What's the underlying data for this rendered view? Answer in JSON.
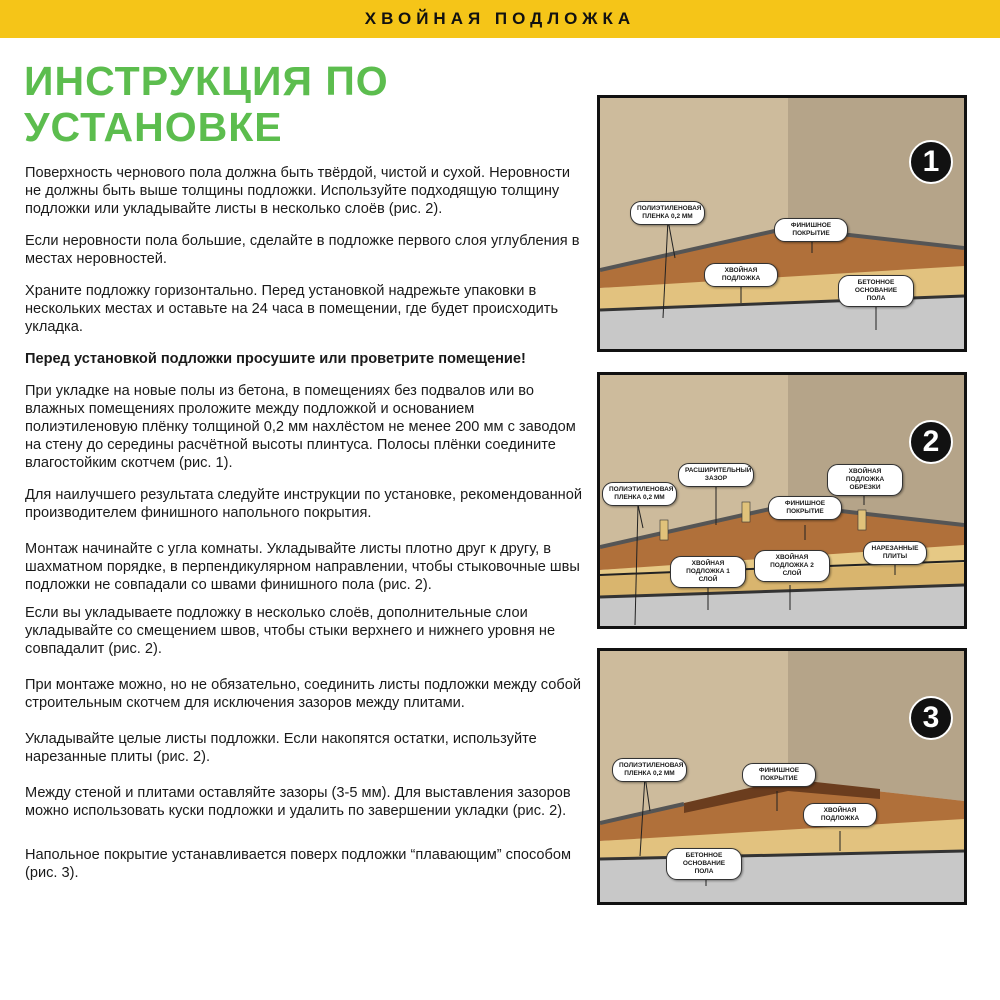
{
  "header": {
    "title": "ХВОЙНАЯ ПОДЛОЖКА"
  },
  "title": "ИНСТРУКЦИЯ ПО УСТАНОВКЕ",
  "paragraphs": [
    "Поверхность чернового пола должна быть твёрдой, чистой и сухой. Неровности не должны быть выше толщины подложки. Используйте подходящую толщину подложки или укладывайте листы в несколько слоёв (рис. 2).",
    "Если неровности пола большие, сделайте в подложке первого слоя углубления в местах неровностей.",
    "Храните подложку горизонтально. Перед установкой надрежьте упаковки в нескольких местах и оставьте на 24 часа в помещении, где будет происходить укладка.",
    "Перед установкой подложки просушите или проветрите помещение!",
    "При укладке на новые полы из бетона, в помещениях без подвалов или во влажных помещениях проложите между подложкой и основанием полиэтиленовую плёнку толщиной 0,2 мм нахлёстом не менее 200 мм с заводом на стену до середины расчётной высоты плинтуса. Полосы плёнки соедините влагостойким скотчем (рис. 1).",
    "Для наилучшего результата следуйте инструкции по установке, рекомендованной производителем финишного напольного покрытия.",
    "Монтаж начинайте с угла комнаты. Укладывайте листы плотно друг к другу, в шахматном порядке, в перпендикулярном направлении, чтобы стыковочные швы подложки не совпадали со швами финишного пола (рис. 2).",
    "Если вы укладываете подложку в несколько слоёв, дополнительные слои укладывайте со смещением швов, чтобы стыки верхнего и нижнего уровня не совпадалит (рис. 2).",
    "При монтаже можно, но не обязательно, соединить листы подложки между собой строительным скотчем для исключения зазоров между плитами.",
    "Укладывайте целые листы подложки. Если накопятся остатки, используйте нарезанные плиты (рис. 2).",
    "Между стеной и плитами оставляйте зазоры (3-5 мм). Для выставления зазоров можно использовать куски подложки и удалить по завершении укладки (рис. 2).",
    "Напольное покрытие устанавливается поверх подложки “плавающим” способом (рис. 3)."
  ],
  "figures": [
    {
      "number": "1",
      "labels": [
        "Полиэтиленовая пленка 0,2 мм",
        "Финишное покрытие",
        "Хвойная подложка",
        "Бетонное основание пола"
      ]
    },
    {
      "number": "2",
      "labels": [
        "Полиэтиленовая пленка 0,2 мм",
        "Расширительный зазор",
        "Хвойная подложка обрезки",
        "Финишное покрытие",
        "Хвойная подложка 1 слой",
        "Хвойная подложка 2 слой",
        "Нарезанные плиты"
      ]
    },
    {
      "number": "3",
      "labels": [
        "Полиэтиленовая пленка 0,2 мм",
        "Финишное покрытие",
        "Хвойная подложка",
        "Бетонное основание пола"
      ]
    }
  ],
  "colors": {
    "header": "#f5c518",
    "title": "#5cbd4e"
  }
}
